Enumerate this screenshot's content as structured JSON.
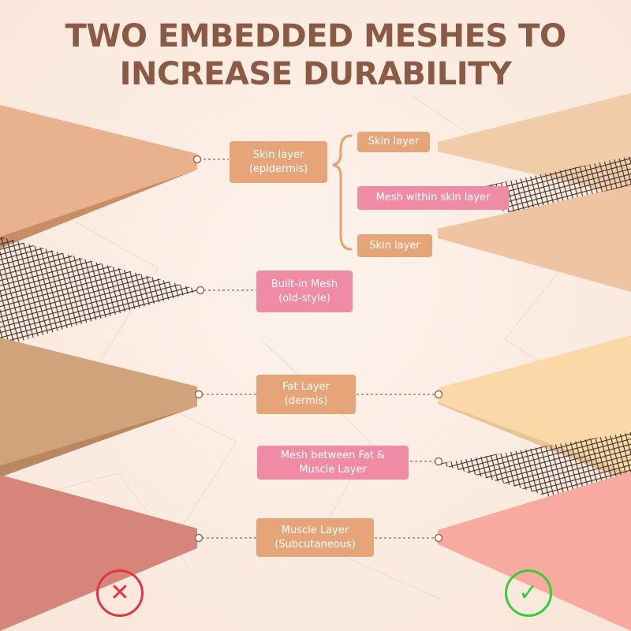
{
  "title": {
    "line1": "TWO EMBEDDED MESHES TO",
    "line2": "INCREASE DURABILITY"
  },
  "labels": {
    "skin_epidermis": "Skin layer\n(epidermis)",
    "skin_top": "Skin layer",
    "mesh_within_skin": "Mesh within skin layer",
    "skin_bottom": "Skin layer",
    "builtin_mesh": "Built-in Mesh\n(old-style)",
    "fat_dermis": "Fat Layer\n(dermis)",
    "mesh_between": "Mesh between Fat &\nMuscle Layer",
    "muscle": "Muscle Layer\n(Subcutaneous)"
  },
  "icons": {
    "old_style": "cross-mark-icon",
    "new_style": "check-mark-icon"
  },
  "colors": {
    "title": "#8a5a45",
    "skin_left": "#e8b28e",
    "fat_left": "#d1a37a",
    "muscle_left": "#d5857a",
    "skin_right": "#f1cca8",
    "fat_right": "#fad8a7",
    "muscle_right": "#f8aaa0",
    "label_tan": "#e6a479",
    "label_pink": "#f08ba6",
    "bad": "#e5343f",
    "good": "#33cf38"
  }
}
